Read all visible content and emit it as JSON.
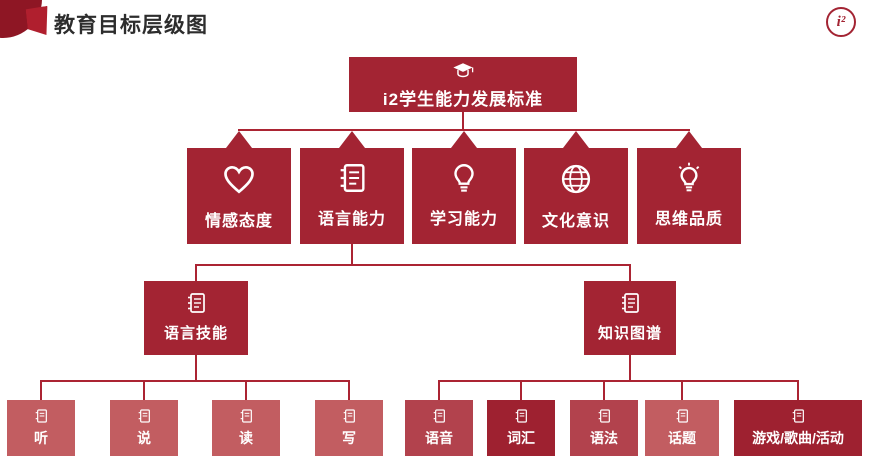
{
  "page": {
    "title": "教育目标层级图",
    "logo_text": "i²"
  },
  "colors": {
    "primary_red": "#a32433",
    "corner_red": "#8e1624",
    "line_red": "#ab2433",
    "leaf_light": "#c25d61",
    "leaf_medium": "#b2424d",
    "leaf_dark": "#9e2130",
    "title_text": "#2d2d2d"
  },
  "tree": {
    "root": {
      "label": "i2学生能力发展标准",
      "icon": "graduation-cap-icon"
    },
    "level2": [
      {
        "label": "情感态度",
        "icon": "heart-icon"
      },
      {
        "label": "语言能力",
        "icon": "notebook-icon"
      },
      {
        "label": "学习能力",
        "icon": "lightbulb-icon"
      },
      {
        "label": "文化意识",
        "icon": "globe-icon"
      },
      {
        "label": "思维品质",
        "icon": "idea-bulb-icon"
      }
    ],
    "level3": [
      {
        "label": "语言技能",
        "icon": "notebook-icon"
      },
      {
        "label": "知识图谱",
        "icon": "notebook-icon"
      }
    ],
    "skills_leaves": [
      {
        "label": "听",
        "tone": "light",
        "icon": "notebook-icon"
      },
      {
        "label": "说",
        "tone": "light",
        "icon": "notebook-icon"
      },
      {
        "label": "读",
        "tone": "light",
        "icon": "notebook-icon"
      },
      {
        "label": "写",
        "tone": "light",
        "icon": "notebook-icon"
      }
    ],
    "knowledge_leaves": [
      {
        "label": "语音",
        "tone": "medium",
        "icon": "notebook-icon"
      },
      {
        "label": "词汇",
        "tone": "dark",
        "icon": "notebook-icon"
      },
      {
        "label": "语法",
        "tone": "medium",
        "icon": "notebook-icon"
      },
      {
        "label": "话题",
        "tone": "light",
        "icon": "notebook-icon"
      },
      {
        "label": "游戏/歌曲/活动",
        "tone": "dark",
        "icon": "notebook-icon"
      }
    ]
  }
}
